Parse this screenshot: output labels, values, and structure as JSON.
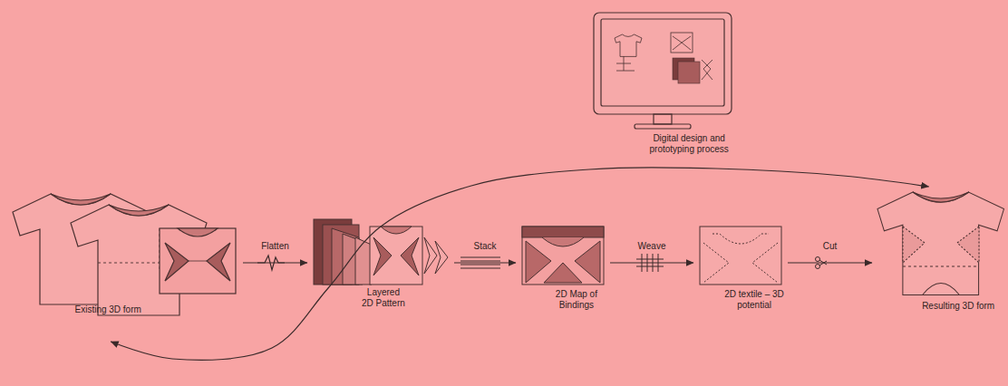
{
  "diagram": {
    "nodes": [
      {
        "text": [
          "Existing 3D form"
        ]
      },
      {
        "text": [
          "Layered 2D Pattern"
        ]
      },
      {
        "text": [
          "2D Map of Bindings"
        ]
      },
      {
        "text": [
          "2D textile – 3D potential"
        ]
      },
      {
        "text": [
          "Resulting 3D form"
        ]
      },
      {
        "text": [
          "Digital design and prototyping process"
        ]
      }
    ],
    "edges": [
      {
        "from": 0,
        "to": 1,
        "arrow": "to",
        "label": "Flatten"
      },
      {
        "from": 1,
        "to": 2,
        "arrow": "to",
        "label": "Stack"
      },
      {
        "from": 2,
        "to": 3,
        "arrow": "to",
        "label": "Weave"
      },
      {
        "from": 3,
        "to": 4,
        "arrow": "to",
        "label": "Cut"
      },
      {
        "from": 0,
        "to": 4,
        "arrow": "both"
      }
    ]
  }
}
